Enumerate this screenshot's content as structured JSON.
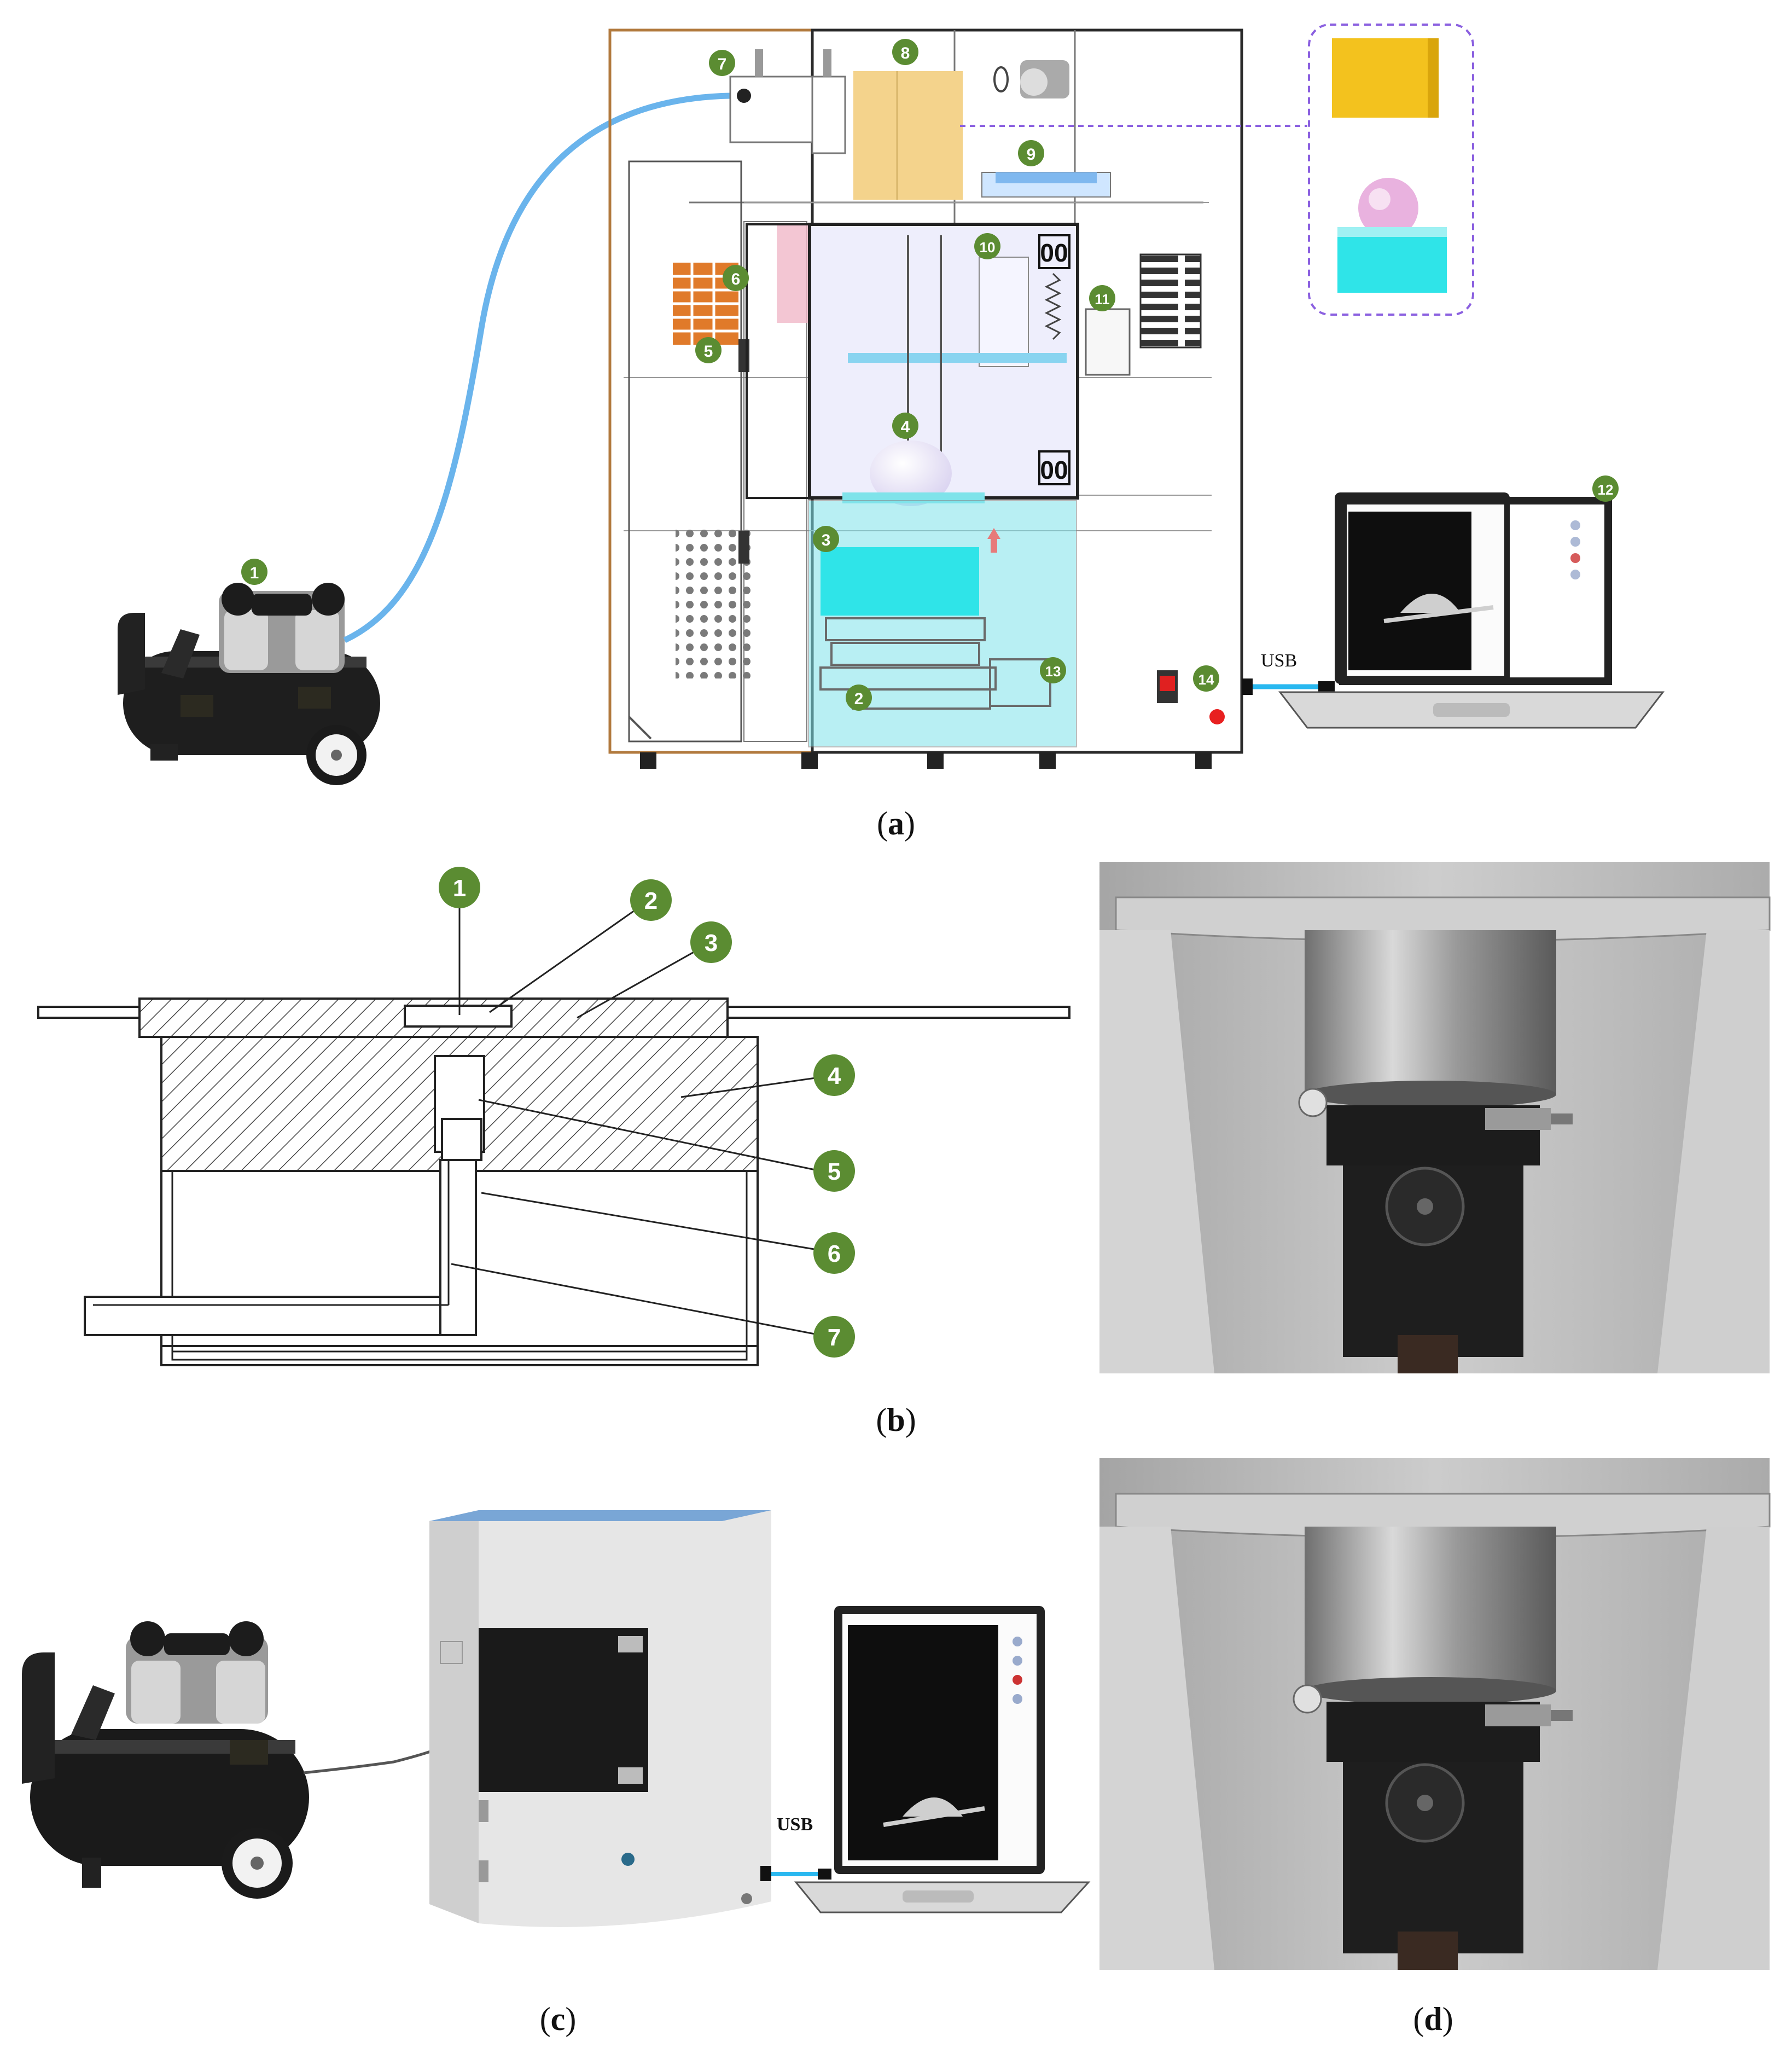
{
  "panels": {
    "a": {
      "caption_letter": "a"
    },
    "b": {
      "caption_letter": "b"
    },
    "c": {
      "caption_letter": "c"
    },
    "d": {
      "caption_letter": "d"
    }
  },
  "callouts_a": [
    "1",
    "2",
    "3",
    "4",
    "5",
    "6",
    "7",
    "8",
    "9",
    "10",
    "11",
    "12",
    "13",
    "14"
  ],
  "callouts_b": [
    "1",
    "2",
    "3",
    "4",
    "5",
    "6",
    "7"
  ],
  "usb_label_a": "USB",
  "usb_label_c": "USB",
  "screen_readout": "00",
  "colors": {
    "badge_green": "#5b8c32",
    "hose_blue": "#6ab4ec",
    "cabinet_line": "#2a2a2a",
    "cabinet_outer": "#b27a3e",
    "chamber_cyan": "#7fe3ea",
    "heater_orange": "#e07a2a",
    "sample_yellow": "#f3c21e",
    "droplet_pink": "#e9b2df",
    "cyan_block": "#2fe4e8",
    "laptop_frame": "#333333",
    "photo_grey": "#b9b9b9"
  }
}
